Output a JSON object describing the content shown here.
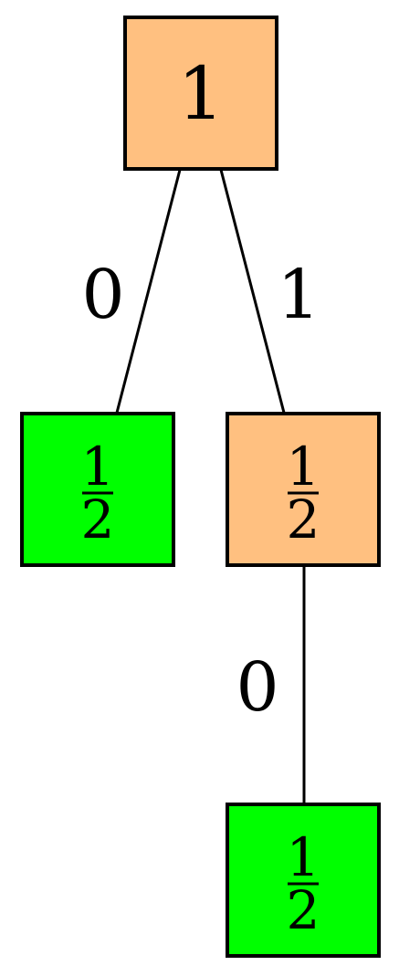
{
  "colors": {
    "internal": "#ffc080",
    "leaf": "#00ff00"
  },
  "nodes": {
    "root": {
      "label": "1",
      "kind": "internal"
    },
    "left_leaf": {
      "numerator": "1",
      "denominator": "2",
      "kind": "leaf"
    },
    "right_internal": {
      "numerator": "1",
      "denominator": "2",
      "kind": "internal"
    },
    "bottom_leaf": {
      "numerator": "1",
      "denominator": "2",
      "kind": "leaf"
    }
  },
  "edges": {
    "root_left": {
      "label": "0"
    },
    "root_right": {
      "label": "1"
    },
    "right_bottom": {
      "label": "0"
    }
  }
}
